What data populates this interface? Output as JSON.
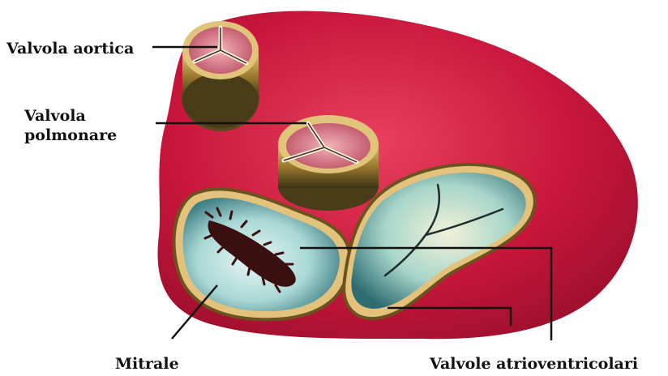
{
  "labels": {
    "aortic": "Valvola aortica",
    "pulmonary_line1": "Valvola",
    "pulmonary_line2": "polmonare",
    "mitral": "Mitrale",
    "atrioventricular": "Valvole atrioventricolari"
  },
  "colors": {
    "heart_tissue": "#c8163a",
    "valve_ring": "#b88a3a",
    "valve_inner": "#d98a94",
    "mitral_leaflet": "#bfe4e2",
    "tricuspid_leaflet": "#b9ddd2",
    "leader_line": "#111111"
  }
}
